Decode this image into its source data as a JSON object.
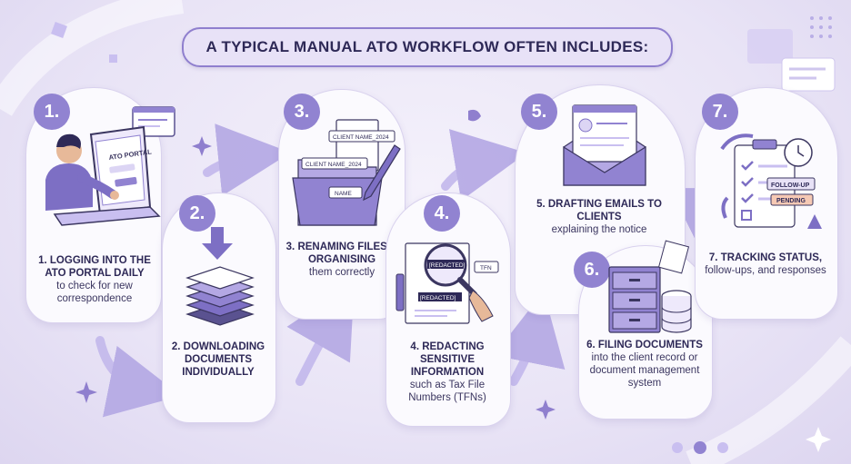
{
  "title": "A TYPICAL MANUAL ATO WORKFLOW OFTEN INCLUDES:",
  "colors": {
    "accent": "#9183d1",
    "dark": "#2e2957",
    "card": "#fbfafe",
    "light": "#e8e2f7"
  },
  "steps": [
    {
      "number": "1.",
      "bold": "1. LOGGING INTO THE ATO PORTAL DAILY",
      "normal": "to check for new correspondence",
      "screen_text": "ATO PORTAL"
    },
    {
      "number": "2.",
      "bold": "2. DOWNLOADING DOCUMENTS INDIVIDUALLY",
      "normal": ""
    },
    {
      "number": "3.",
      "bold": "3. RENAMING FILES & ORGANISING",
      "normal": "them correctly",
      "labels": [
        "CLIENT NAME_2024",
        "CLIENT NAME_2024",
        "NAME"
      ]
    },
    {
      "number": "4.",
      "bold": "4. REDACTING SENSITIVE INFORMATION",
      "normal": "such as Tax File Numbers (TFNs)",
      "labels": [
        "[REDACTED]",
        "[REDACTED]",
        "TFN"
      ]
    },
    {
      "number": "5.",
      "bold": "5. DRAFTING EMAILS TO CLIENTS",
      "normal": "explaining the notice"
    },
    {
      "number": "6.",
      "bold": "6. FILING DOCUMENTS",
      "normal": "into the client record or document management system"
    },
    {
      "number": "7.",
      "bold": "7. TRACKING STATUS,",
      "normal": "follow-ups, and responses",
      "labels": [
        "FOLLOW-UP",
        "PENDING"
      ]
    }
  ]
}
